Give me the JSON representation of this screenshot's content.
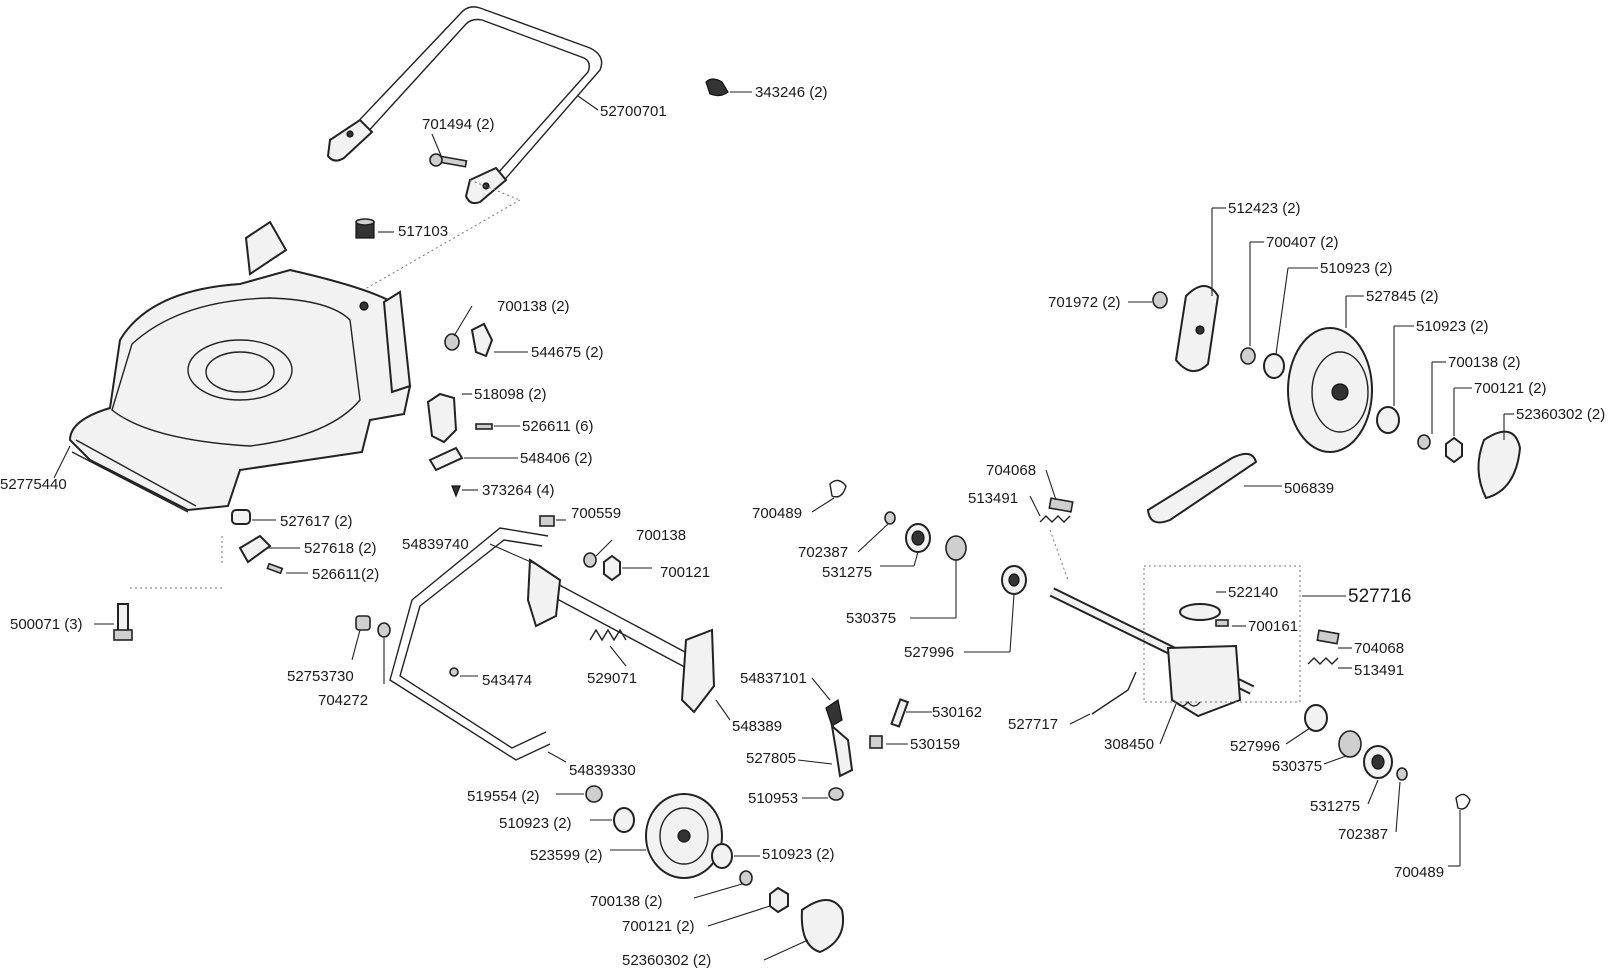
{
  "labels": {
    "p343246": "343246 (2)",
    "p52700701": "52700701",
    "p701494": "701494 (2)",
    "p517103": "517103",
    "p700138a": "700138 (2)",
    "p544675": "544675 (2)",
    "p518098": "518098 (2)",
    "p526611a": "526611 (6)",
    "p548406": "548406 (2)",
    "p373264": "373264 (4)",
    "p52775440": "52775440",
    "p527617": "527617 (2)",
    "p527618": "527618 (2)",
    "p526611b": "526611(2)",
    "p500071": "500071 (3)",
    "p700559": "700559",
    "p54839740": "54839740",
    "p700138b": "700138",
    "p700121a": "700121",
    "p52753730": "52753730",
    "p704272": "704272",
    "p543474": "543474",
    "p529071": "529071",
    "p548389": "548389",
    "p54839330": "54839330",
    "p519554": "519554 (2)",
    "p510923a": "510923 (2)",
    "p523599": "523599 (2)",
    "p510923b": "510923 (2)",
    "p700138c": "700138 (2)",
    "p700121b": "700121 (2)",
    "p52360302a": "52360302 (2)",
    "p700489a": "700489",
    "p702387a": "702387",
    "p531275a": "531275",
    "p530375a": "530375",
    "p527996a": "527996",
    "p54837101": "54837101",
    "p530162": "530162",
    "p527805": "527805",
    "p530159": "530159",
    "p510953": "510953",
    "p704068a": "704068",
    "p513491a": "513491",
    "p506839": "506839",
    "p512423": "512423 (2)",
    "p700407": "700407 (2)",
    "p510923c": "510923 (2)",
    "p701972": "701972 (2)",
    "p527845": "527845 (2)",
    "p510923d": "510923 (2)",
    "p700138d": "700138 (2)",
    "p700121c": "700121 (2)",
    "p52360302b": "52360302 (2)",
    "p522140": "522140",
    "p527716": "527716",
    "p700161": "700161",
    "p704068b": "704068",
    "p513491b": "513491",
    "p527717": "527717",
    "p308450": "308450",
    "p527996b": "527996",
    "p530375b": "530375",
    "p531275b": "531275",
    "p702387b": "702387",
    "p700489b": "700489"
  }
}
